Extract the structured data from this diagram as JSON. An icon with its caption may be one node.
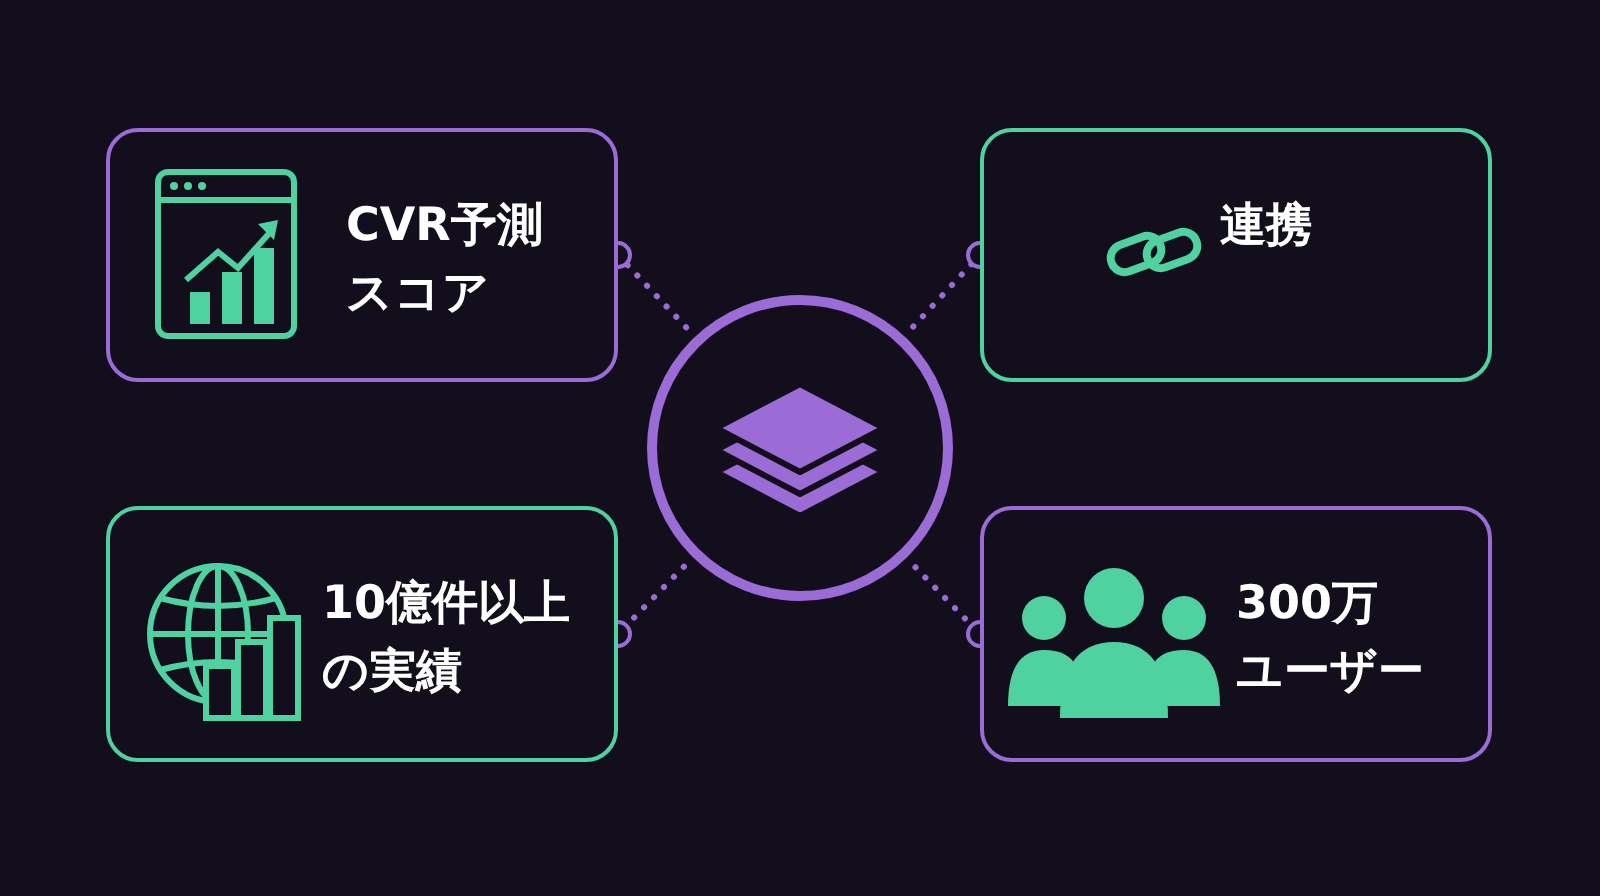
{
  "diagram": {
    "nodes": [
      {
        "text": [
          "CVR予測スコア"
        ]
      },
      {
        "text": [
          "連携"
        ]
      },
      {
        "text": [],
        "shape": "circle"
      },
      {
        "text": [
          "10億件以上の実績"
        ]
      },
      {
        "text": [
          "300万ユーザー"
        ]
      }
    ],
    "edges": [
      {
        "from": 2,
        "to": 0,
        "arrow": "other",
        "style": "dashed",
        "color": "#9b6bd6"
      },
      {
        "from": 2,
        "to": 1,
        "arrow": "other",
        "style": "dashed",
        "color": "#9b6bd6"
      },
      {
        "from": 2,
        "to": 3,
        "arrow": "other",
        "style": "dashed",
        "color": "#9b6bd6"
      },
      {
        "from": 2,
        "to": 4,
        "arrow": "other",
        "style": "dashed",
        "color": "#9b6bd6"
      }
    ]
  }
}
